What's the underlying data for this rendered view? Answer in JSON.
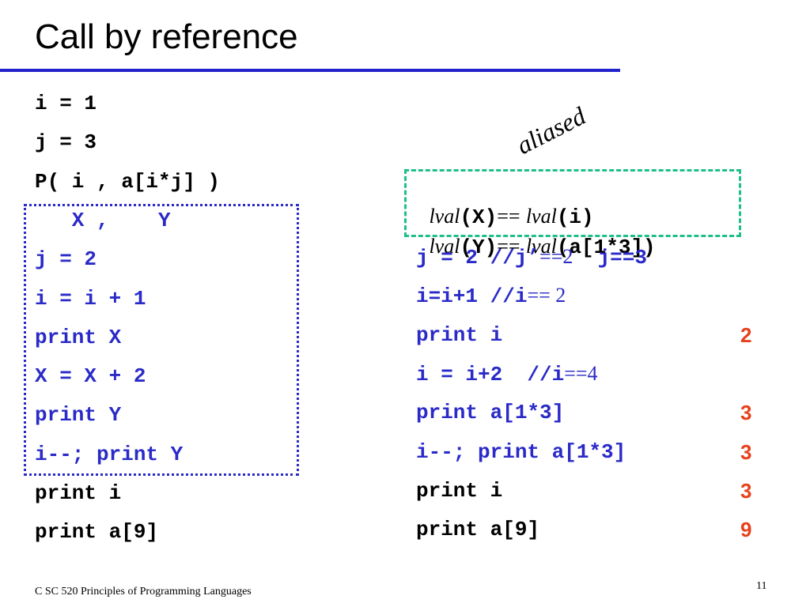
{
  "title": "Call by reference",
  "left_code": [
    {
      "text": "i = 1",
      "color": "black"
    },
    {
      "text": "j = 3",
      "color": "black"
    },
    {
      "text": "P( i , a[i*j] )",
      "color": "black"
    },
    {
      "text": "   X ,    Y",
      "color": "blue"
    },
    {
      "text": "j = 2",
      "color": "blue"
    },
    {
      "text": "i = i + 1",
      "color": "blue"
    },
    {
      "text": "print X",
      "color": "blue"
    },
    {
      "text": "X = X + 2",
      "color": "blue"
    },
    {
      "text": "print Y",
      "color": "blue"
    },
    {
      "text": "i--; print Y",
      "color": "blue"
    },
    {
      "text": "print i",
      "color": "black"
    },
    {
      "text": "print a[9]",
      "color": "black"
    }
  ],
  "annotation_label": "aliased",
  "lval_lines": [
    {
      "fn": "lval",
      "arg1": "(X)",
      "op": "==",
      "fn2": "lval",
      "arg2": "(i)"
    },
    {
      "fn": "lval",
      "arg1": "(Y)",
      "op": "==",
      "fn2": "lval",
      "arg2": "(a[1*3])"
    }
  ],
  "right_code": [
    {
      "code": "j = 2 //j’",
      "ann": "==2",
      "code2": "  j==3",
      "result": ""
    },
    {
      "code": "i=i+1 //i",
      "ann": "== 2",
      "code2": "",
      "result": ""
    },
    {
      "code": "print i",
      "ann": "",
      "code2": "",
      "result": "2"
    },
    {
      "code": "i = i+2  //i",
      "ann": "==4",
      "code2": "",
      "result": ""
    },
    {
      "code": "print a[1*3]",
      "ann": "",
      "code2": "",
      "result": "3"
    },
    {
      "code": "i--; print a[1*3]",
      "ann": "",
      "code2": "",
      "result": "3"
    },
    {
      "code": "print i",
      "ann": "",
      "code2": "",
      "result": "3"
    },
    {
      "code": "print a[9]",
      "ann": "",
      "code2": "",
      "result": "9"
    }
  ],
  "right_code_colors": [
    "blue",
    "blue",
    "blue",
    "blue",
    "blue",
    "blue",
    "black",
    "black"
  ],
  "colors": {
    "title_rule": "#2222cc",
    "code_blue": "#2a2ac8",
    "result_red": "#e8401c",
    "alias_box": "#1fbf8a"
  },
  "footer": "C SC 520 Principles of Programming Languages",
  "page_number": "11"
}
